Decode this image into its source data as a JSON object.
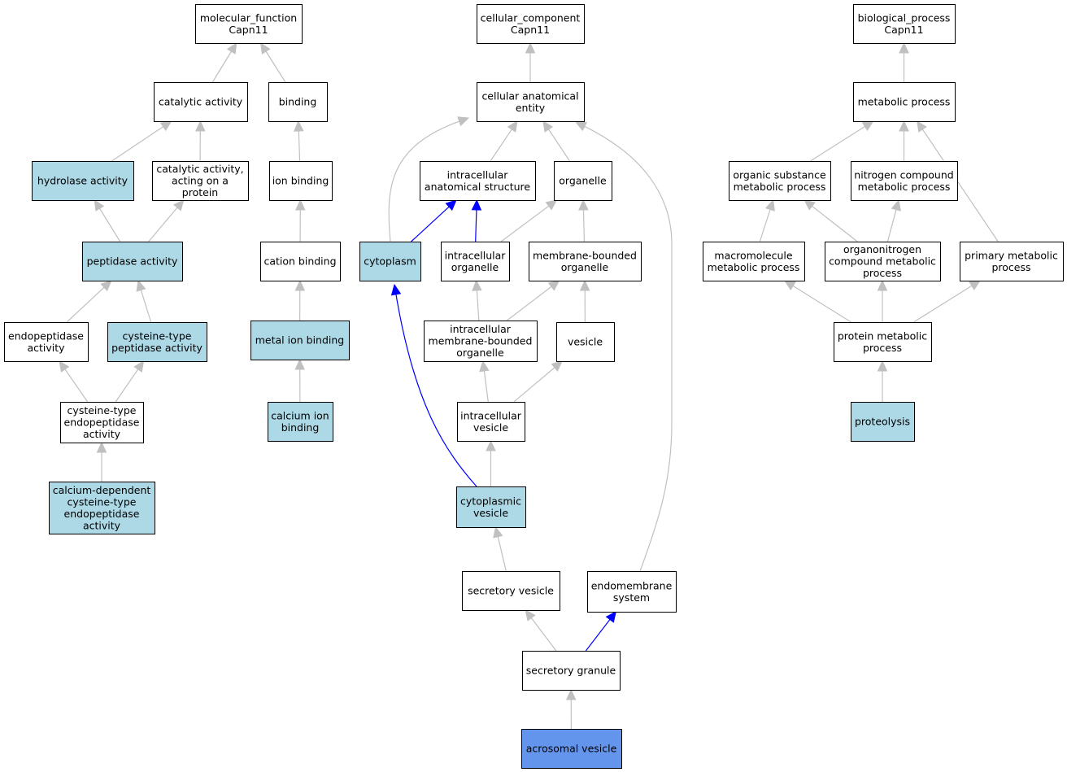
{
  "colors": {
    "plain": "#ffffff",
    "annotated": "#add8e6",
    "query": "#6495ed",
    "edge_default": "#c0c0c0",
    "edge_highlight": "#0000ff",
    "border": "#000000"
  },
  "nodes": [
    {
      "id": "mf",
      "lines": [
        "molecular_function",
        "Capn11"
      ],
      "style": "plain"
    },
    {
      "id": "cc",
      "lines": [
        "cellular_component",
        "Capn11"
      ],
      "style": "plain"
    },
    {
      "id": "bp",
      "lines": [
        "biological_process",
        "Capn11"
      ],
      "style": "plain"
    },
    {
      "id": "cat",
      "lines": [
        "catalytic activity"
      ],
      "style": "plain"
    },
    {
      "id": "binding",
      "lines": [
        "binding"
      ],
      "style": "plain"
    },
    {
      "id": "cae",
      "lines": [
        "cellular anatomical",
        "entity"
      ],
      "style": "plain"
    },
    {
      "id": "metab",
      "lines": [
        "metabolic process"
      ],
      "style": "plain"
    },
    {
      "id": "hydro",
      "lines": [
        "hydrolase activity"
      ],
      "style": "annotated"
    },
    {
      "id": "catprot",
      "lines": [
        "catalytic activity,",
        "acting on a",
        "protein"
      ],
      "style": "plain"
    },
    {
      "id": "ionb",
      "lines": [
        "ion binding"
      ],
      "style": "plain"
    },
    {
      "id": "ias",
      "lines": [
        "intracellular",
        "anatomical structure"
      ],
      "style": "plain"
    },
    {
      "id": "organelle",
      "lines": [
        "organelle"
      ],
      "style": "plain"
    },
    {
      "id": "osmp",
      "lines": [
        "organic substance",
        "metabolic process"
      ],
      "style": "plain"
    },
    {
      "id": "ncmp",
      "lines": [
        "nitrogen compound",
        "metabolic process"
      ],
      "style": "plain"
    },
    {
      "id": "pept",
      "lines": [
        "peptidase activity"
      ],
      "style": "annotated"
    },
    {
      "id": "cationb",
      "lines": [
        "cation binding"
      ],
      "style": "plain"
    },
    {
      "id": "cyto",
      "lines": [
        "cytoplasm"
      ],
      "style": "annotated"
    },
    {
      "id": "icorg",
      "lines": [
        "intracellular",
        "organelle"
      ],
      "style": "plain"
    },
    {
      "id": "mborg",
      "lines": [
        "membrane-bounded",
        "organelle"
      ],
      "style": "plain"
    },
    {
      "id": "macro",
      "lines": [
        "macromolecule",
        "metabolic process"
      ],
      "style": "plain"
    },
    {
      "id": "orgn",
      "lines": [
        "organonitrogen",
        "compound metabolic",
        "process"
      ],
      "style": "plain"
    },
    {
      "id": "pmp",
      "lines": [
        "primary metabolic",
        "process"
      ],
      "style": "plain"
    },
    {
      "id": "endo",
      "lines": [
        "endopeptidase",
        "activity"
      ],
      "style": "plain"
    },
    {
      "id": "cystpep",
      "lines": [
        "cysteine-type",
        "peptidase activity"
      ],
      "style": "annotated"
    },
    {
      "id": "metalb",
      "lines": [
        "metal ion binding"
      ],
      "style": "annotated"
    },
    {
      "id": "imbo",
      "lines": [
        "intracellular",
        "membrane-bounded",
        "organelle"
      ],
      "style": "plain"
    },
    {
      "id": "vesicle",
      "lines": [
        "vesicle"
      ],
      "style": "plain"
    },
    {
      "id": "protmp",
      "lines": [
        "protein metabolic",
        "process"
      ],
      "style": "plain"
    },
    {
      "id": "cysendo",
      "lines": [
        "cysteine-type",
        "endopeptidase",
        "activity"
      ],
      "style": "plain"
    },
    {
      "id": "calb",
      "lines": [
        "calcium ion",
        "binding"
      ],
      "style": "annotated"
    },
    {
      "id": "icves",
      "lines": [
        "intracellular",
        "vesicle"
      ],
      "style": "plain"
    },
    {
      "id": "proteo",
      "lines": [
        "proteolysis"
      ],
      "style": "annotated"
    },
    {
      "id": "calcdep",
      "lines": [
        "calcium-dependent",
        "cysteine-type",
        "endopeptidase",
        "activity"
      ],
      "style": "annotated"
    },
    {
      "id": "cytves",
      "lines": [
        "cytoplasmic",
        "vesicle"
      ],
      "style": "annotated"
    },
    {
      "id": "secves",
      "lines": [
        "secretory vesicle"
      ],
      "style": "plain"
    },
    {
      "id": "endomem",
      "lines": [
        "endomembrane",
        "system"
      ],
      "style": "plain"
    },
    {
      "id": "secgran",
      "lines": [
        "secretory granule"
      ],
      "style": "plain"
    },
    {
      "id": "acro",
      "lines": [
        "acrosomal vesicle"
      ],
      "style": "query"
    }
  ],
  "edges": [
    {
      "from": "cat",
      "to": "mf",
      "style": "default"
    },
    {
      "from": "binding",
      "to": "mf",
      "style": "default"
    },
    {
      "from": "hydro",
      "to": "cat",
      "style": "default"
    },
    {
      "from": "catprot",
      "to": "cat",
      "style": "default"
    },
    {
      "from": "ionb",
      "to": "binding",
      "style": "default"
    },
    {
      "from": "pept",
      "to": "hydro",
      "style": "default"
    },
    {
      "from": "pept",
      "to": "catprot",
      "style": "default"
    },
    {
      "from": "cationb",
      "to": "ionb",
      "style": "default"
    },
    {
      "from": "endo",
      "to": "pept",
      "style": "default"
    },
    {
      "from": "cystpep",
      "to": "pept",
      "style": "default"
    },
    {
      "from": "metalb",
      "to": "cationb",
      "style": "default"
    },
    {
      "from": "cysendo",
      "to": "endo",
      "style": "default"
    },
    {
      "from": "cysendo",
      "to": "cystpep",
      "style": "default"
    },
    {
      "from": "calb",
      "to": "metalb",
      "style": "default"
    },
    {
      "from": "calcdep",
      "to": "cysendo",
      "style": "default"
    },
    {
      "from": "cae",
      "to": "cc",
      "style": "default"
    },
    {
      "from": "ias",
      "to": "cae",
      "style": "default"
    },
    {
      "from": "organelle",
      "to": "cae",
      "style": "default"
    },
    {
      "from": "cyto",
      "to": "cae",
      "style": "default"
    },
    {
      "from": "endomem",
      "to": "cae",
      "style": "default"
    },
    {
      "from": "cyto",
      "to": "ias",
      "style": "highlight"
    },
    {
      "from": "icorg",
      "to": "ias",
      "style": "highlight"
    },
    {
      "from": "icorg",
      "to": "organelle",
      "style": "default"
    },
    {
      "from": "mborg",
      "to": "organelle",
      "style": "default"
    },
    {
      "from": "imbo",
      "to": "icorg",
      "style": "default"
    },
    {
      "from": "imbo",
      "to": "mborg",
      "style": "default"
    },
    {
      "from": "vesicle",
      "to": "mborg",
      "style": "default"
    },
    {
      "from": "icves",
      "to": "imbo",
      "style": "default"
    },
    {
      "from": "icves",
      "to": "vesicle",
      "style": "default"
    },
    {
      "from": "cytves",
      "to": "icves",
      "style": "default"
    },
    {
      "from": "cytves",
      "to": "cyto",
      "style": "highlight"
    },
    {
      "from": "secves",
      "to": "cytves",
      "style": "default"
    },
    {
      "from": "secgran",
      "to": "secves",
      "style": "default"
    },
    {
      "from": "secgran",
      "to": "endomem",
      "style": "highlight"
    },
    {
      "from": "acro",
      "to": "secgran",
      "style": "default"
    },
    {
      "from": "metab",
      "to": "bp",
      "style": "default"
    },
    {
      "from": "osmp",
      "to": "metab",
      "style": "default"
    },
    {
      "from": "ncmp",
      "to": "metab",
      "style": "default"
    },
    {
      "from": "pmp",
      "to": "metab",
      "style": "default"
    },
    {
      "from": "macro",
      "to": "osmp",
      "style": "default"
    },
    {
      "from": "orgn",
      "to": "osmp",
      "style": "default"
    },
    {
      "from": "orgn",
      "to": "ncmp",
      "style": "default"
    },
    {
      "from": "protmp",
      "to": "macro",
      "style": "default"
    },
    {
      "from": "protmp",
      "to": "orgn",
      "style": "default"
    },
    {
      "from": "protmp",
      "to": "pmp",
      "style": "default"
    },
    {
      "from": "proteo",
      "to": "protmp",
      "style": "default"
    }
  ]
}
